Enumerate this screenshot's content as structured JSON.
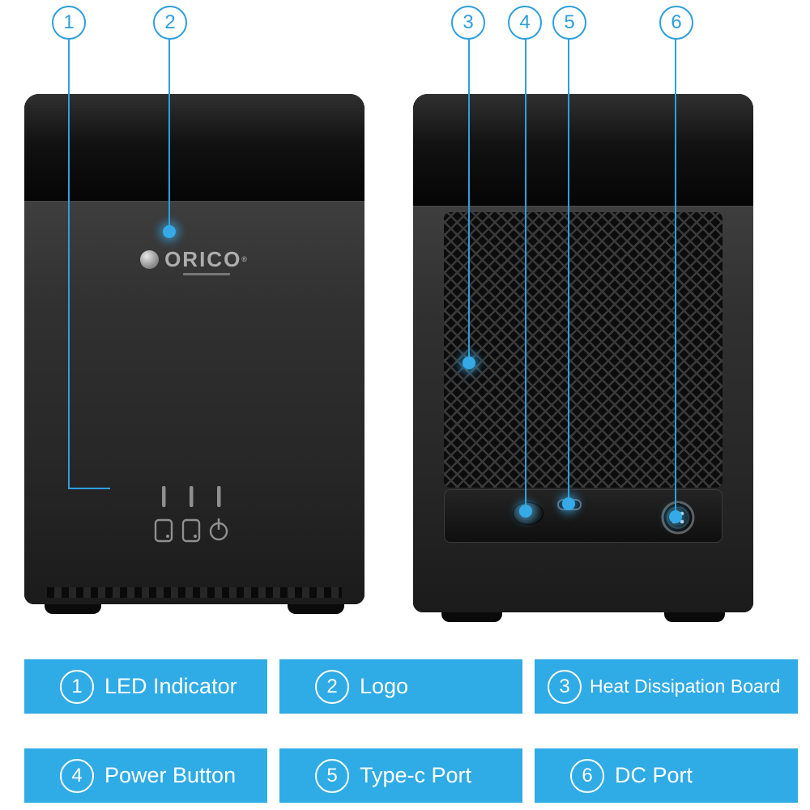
{
  "diagram": {
    "brand": {
      "logo_text": "ORICO",
      "registered_mark": "®"
    },
    "callouts": [
      {
        "number": "1",
        "label": "LED Indicator"
      },
      {
        "number": "2",
        "label": "Logo"
      },
      {
        "number": "3",
        "label": "Heat Dissipation Board"
      },
      {
        "number": "4",
        "label": "Power Button"
      },
      {
        "number": "5",
        "label": "Type-c Port"
      },
      {
        "number": "6",
        "label": "DC Port"
      }
    ],
    "colors": {
      "accent_blue": "#2D9FDE",
      "legend_box_blue": "#2FABE5",
      "device_black": "#1C1C1C",
      "background": "#FFFFFF",
      "legend_text": "#FFFFFF"
    }
  }
}
